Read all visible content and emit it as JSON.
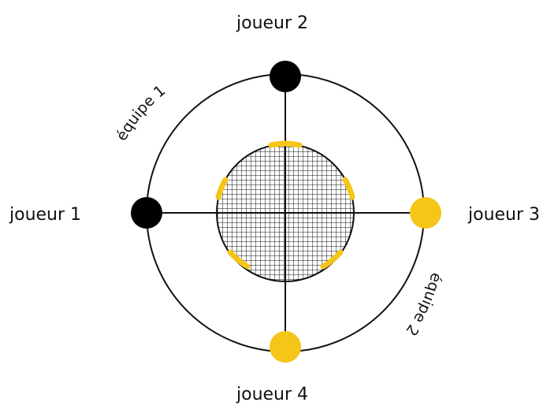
{
  "players": [
    {
      "label": "joueur 1",
      "color": "#000000"
    },
    {
      "label": "joueur 2",
      "color": "#000000"
    },
    {
      "label": "joueur 3",
      "color": "#f5c518"
    },
    {
      "label": "joueur 4",
      "color": "#f5c518"
    }
  ],
  "teams": [
    {
      "label": "équipe 1"
    },
    {
      "label": "équipe 2"
    }
  ],
  "colors": {
    "line": "#111111",
    "team_1": "#000000",
    "team_2": "#f5c518",
    "center_marks": "#f5c518",
    "background": "#ffffff"
  }
}
